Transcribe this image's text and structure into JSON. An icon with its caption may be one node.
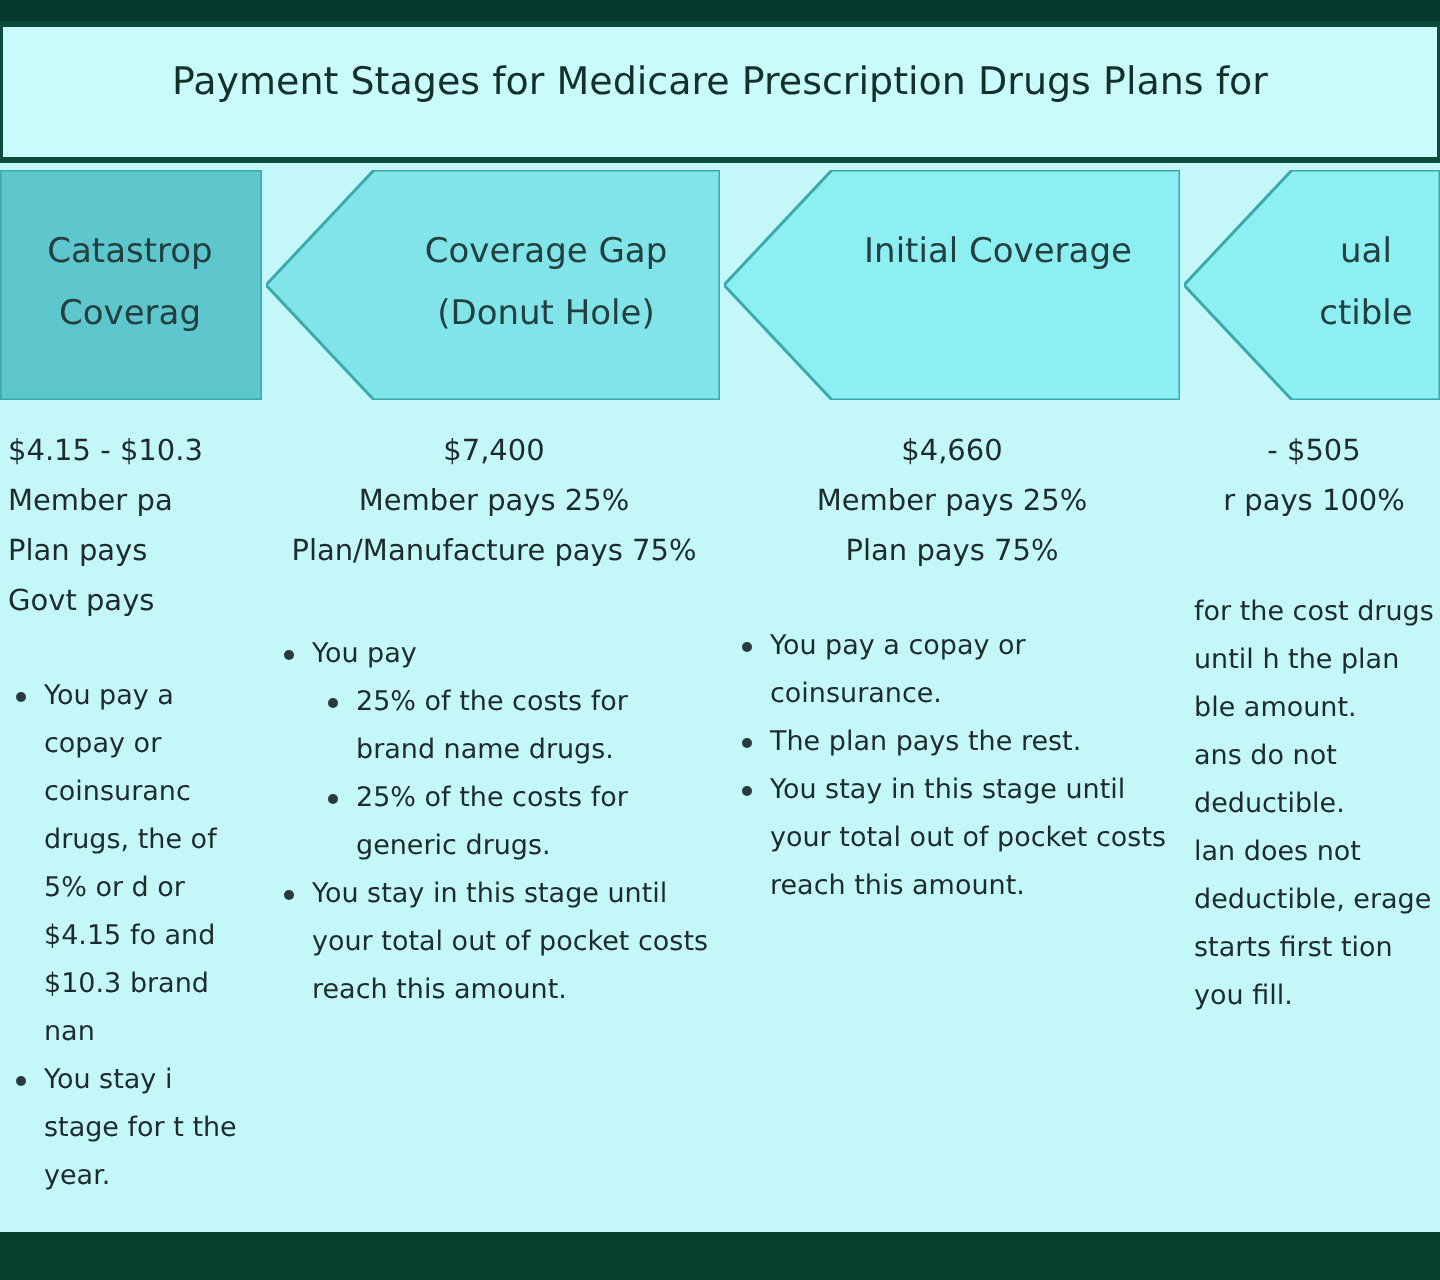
{
  "diagram": {
    "title": "Payment Stages for Medicare Prescription Drugs Plans for",
    "nodes": [
      {
        "text": [
          "Catastrop Coverag"
        ]
      },
      {
        "text": [
          "Coverage Gap (Donut Hole)"
        ]
      },
      {
        "text": [
          "Initial Coverage"
        ]
      },
      {
        "text": [
          "ual ctible"
        ]
      }
    ],
    "labels": [
      "$4.15 - $10.3",
      "Member pa",
      "Plan pays",
      "Govt pays",
      "You pay a copay or coinsuranc drugs, the of 5% or d or $4.15 fo and $10.3 brand nan",
      "You stay i stage for t the year.",
      "$7,400",
      "Member pays 25%",
      "Plan/Manufacture pays 75%",
      "You pay",
      "25% of the costs for brand name drugs.",
      "25% of the costs for generic drugs.",
      "You stay in this stage until your total out of pocket costs reach this amount.",
      "$4,660",
      "Member pays 25%",
      "Plan pays 75%",
      "You pay a copay or coinsurance.",
      "The plan pays the rest.",
      "You stay in this stage until your total out of pocket costs reach this amount.",
      "- $505",
      "r pays 100%",
      "for the cost drugs until h the plan ble amount.",
      "ans do not deductible.",
      "lan does not deductible, erage starts first tion you fill."
    ]
  }
}
